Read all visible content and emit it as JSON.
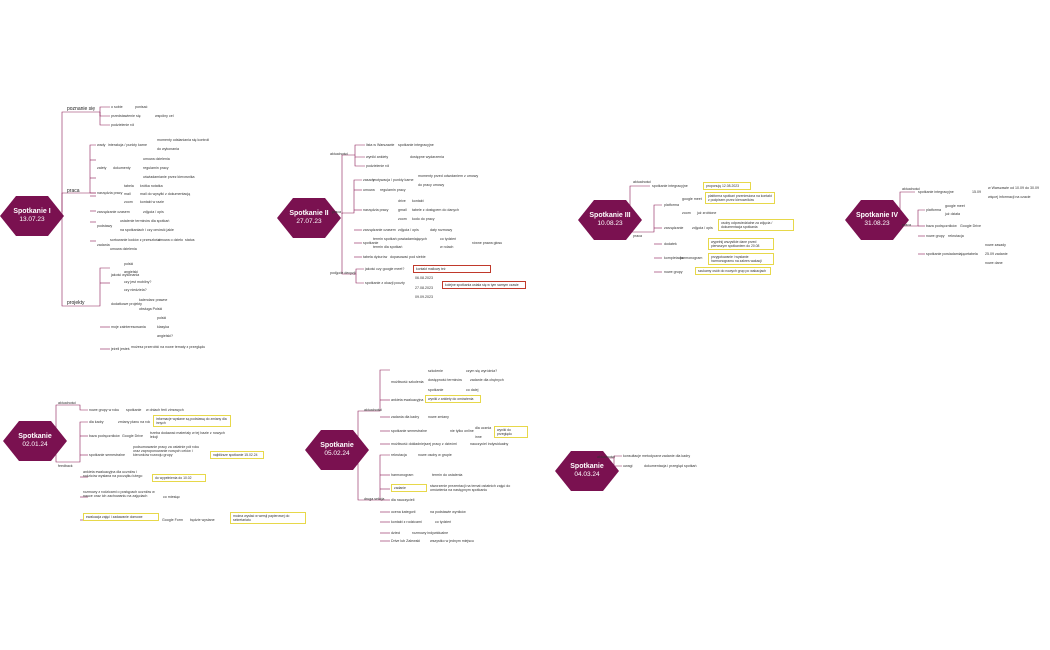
{
  "meetings": {
    "m1": {
      "title": "Spotkanie I",
      "date": "13.07.23"
    },
    "m2": {
      "title": "Spotkanie II",
      "date": "27.07.23"
    },
    "m3": {
      "title": "Spotkanie III",
      "date": "10.08.23"
    },
    "m4": {
      "title": "Spotkanie IV",
      "date": "31.08.23"
    },
    "m5": {
      "title": "Spotkanie",
      "date": "02.01.24"
    },
    "m6": {
      "title": "Spotkanie",
      "date": "05.02.24"
    },
    "m7": {
      "title": "Spotkanie",
      "date": "04.03.24"
    }
  },
  "m1": {
    "b1": "poznanie się",
    "b2": "praca",
    "b3": "projekty",
    "n1": "o sobie",
    "n1a": "ponisać",
    "n2": "przedstawienie się",
    "n2a": "wspólny cel",
    "n3": "podzielenie ról",
    "n4": "wady",
    "n4a": "interakcja / punkty karne",
    "n4b": "momenty odsłaniania się kontroli",
    "n4c": "do wykonania",
    "n5": "zalety",
    "n5a": "dokumenty",
    "n5b": "umowa dzielenia",
    "n5c": "regulamin pracy",
    "n5d": "uświadamianie przez kierownika",
    "n6": "narzędzia pracy",
    "n6a": "tabela",
    "n6b": "mail",
    "n6c": "zoom",
    "n6d": "krótka notatka",
    "n6e": "mail do wysyłki z dokumentacją",
    "n6f": "kontakt w razie",
    "n7": "zarządzanie czasem",
    "n7a": "zdjęcia / opis",
    "n8": "podstawy",
    "n8a": "ustalenie terminów dla spotkań",
    "n8b": "na spotkaniach i czy omówić jakie",
    "n9": "zadania",
    "n9a": "sortowanie kodów z przeszłości",
    "n9b": "umowa o dzieło",
    "n9c": "status",
    "n9d": "umowa dzielenia",
    "p1": "jakość wykonania",
    "p1a": "polski",
    "p1b": "angielski",
    "p1c": "czy jest mobilny?",
    "p1d": "czy niedziela?",
    "p2": "dodatkowe projekty",
    "p2a": "kalendarz prawne",
    "p2b": "obsługa Polski",
    "p3": "moje zainteresowania",
    "p3a": "polski",
    "p3b": "klasyka",
    "p3c": "angielski?",
    "p4": "jeżeli jesteś",
    "p4a": "możesz przerobić na nowe tematy z przeglądu"
  },
  "m2": {
    "b1": "aktualności",
    "b2": "praca",
    "b3": "podjęcie decyzji",
    "n1": "lista w Warszawie",
    "n1a": "spotkanie integracyjne",
    "n2": "wyniki ankiety",
    "n2a": "dostępne wydarzenia",
    "n3": "podzielenie ról",
    "n4": "zasady",
    "n4a": "motywacja / punkty karne",
    "n4b": "momenty przed odwołaniem z umowy",
    "n4c": "do pracy umowy",
    "n5": "umowa",
    "n5a": "regulamin pracy",
    "n6": "narzędzia pracy",
    "n6a": "drive",
    "n6b": "gmail",
    "n6c": "zoom",
    "n6d": "kontakt",
    "n6e": "tabele z dostępem do danych",
    "n6f": "kodo do pracy",
    "n7": "zarządzanie czasem",
    "n7a": "zdjęcia / opis",
    "n7b": "daty rozmowy",
    "n8": "spotkanie",
    "n8a": "termin spotkań powiadamiających",
    "n8b": "termin dla spotkań",
    "n8c": "co tydzień",
    "n8d": "w rolach",
    "n8e": "równe prawa głosu",
    "n9": "tabela dyżurów",
    "n9a": "dopasować pod siebie",
    "d1": "jakość czy google meet?",
    "d1a": "kontakt mailowy też",
    "d2": "spotkanie z okazji poczty",
    "d2a": "06.08.2023",
    "d2b": "27.08.2023",
    "d2c": "09.09.2023",
    "d2d": "kolejne spotkania ustala się w tym samym czasie"
  },
  "m3": {
    "b1": "aktualności",
    "b2": "praca",
    "n1": "spotkanie integracyjne",
    "n1a": "proponuję 12.08.2023",
    "n2": "platforma",
    "n2a": "google meet",
    "n2b": "platforma spotkań przeniesiona na kontakt z podpisem przez kierowników",
    "n2c": "zoom",
    "n2d": "już zrobione",
    "n3": "zarządzanie",
    "n3a": "zdjęcia / opis",
    "n3b": "osoby odpowiedzialne za zdjęcia / dokumentacja spotkania",
    "n4": "dodatek",
    "n5": "kompletacja",
    "n5a": "wypełnij wszystkie dane przed pierwszym spotkaniem do 20.08",
    "n6": "harmonogram",
    "n6a": "przygotowanie i wysłanie harmonogramu na zakres wakacji",
    "n7": "nowe grupy",
    "n7a": "szukamy osób do nowych grup po wakacjach"
  },
  "m4": {
    "b1": "aktualności",
    "b2": "praca",
    "n1": "spotkanie integracyjne",
    "n1a": "15.09",
    "n1b": "w Warszawie od 10.09 do 30.09",
    "n1c": "więcej informacji na czacie",
    "n2": "platforma",
    "n2a": "google meet",
    "n2b": "już działa",
    "n3": "baza podręczników",
    "n3a": "Google Drive",
    "n4": "nowe grupy",
    "n4a": "rekrutacja",
    "n5": "spotkanie powiadamiające",
    "n5a": "tabela",
    "n5b": "nowe zasady",
    "n5c": "25.09 zadanie",
    "n5d": "nowe dane"
  },
  "m5": {
    "b1": "aktualności",
    "b2": "feedback",
    "n1": "nowe grupy w roku",
    "n1a": "spotkanie",
    "n1b": "w dniach ferii zimowych",
    "n2": "dla kadry",
    "n2a": "zmiany planu na rok",
    "n2b": "informacje wysłane są podstawą do zmiany dla innych",
    "n3": "baza podręczników",
    "n3a": "Google Drive",
    "n3b": "trzeba dodawać materiały w tej bazie z nowych lekcji",
    "n4": "spotkanie semestralne",
    "n4a": "podsumowanie pracy za ostatnie pół roku oraz zaproponowanie nowych celów i kierunków rozwoju grupy",
    "n4b": "najbliższe spotkanie 15.02.24",
    "n5": "ankieta ewaluacyjna dla uczniów i rodziców wysłana na początku lutego",
    "n5a": "do wypełnienia do 10.02",
    "n6": "rozmowy z rodzicami o postępach uczniów w nauce oraz ich zachowaniu na zajęciach",
    "n6a": "co miesiąc",
    "n7": "ewaluacja zajęć i zadawanie domowe",
    "n7a": "Google Form",
    "n7b": "będzie wysłane",
    "n7c": "można wysłać w wersji papierowej do sekretariatu"
  },
  "m6": {
    "b1": "aktualności",
    "b2": "druga sekcja",
    "n1": "możliwość szkolenia",
    "n1a": "szkolenie",
    "n1b": "czym się wyróżnia?",
    "n1c": "dostępność terminów",
    "n1d": "zadanie dla chętnych",
    "n1e": "spotkanie",
    "n1f": "co dalej",
    "n2": "ankieta ewaluacyjna",
    "n2a": "wyniki z ankiety do omówienia",
    "n3": "zadania dla kadry",
    "n3a": "nowe zmiany",
    "n3b": "dla ucznia",
    "n3c": "inne",
    "n4": "spotkanie semestralne",
    "n4a": "nie tylko online",
    "n5": "możliwość dokładniejszej pracy z dziećmi",
    "n5a": "nauczyciel indywidualny",
    "n6": "rekrutacja",
    "n6a": "nowe osoby w grupie",
    "n7": "harmonogram",
    "n7a": "termin do ustalenia",
    "n8": "zadanie",
    "n8a": "stworzenie prezentacji na temat ostatnich zajęć do omówienia na następnym spotkaniu",
    "n9": "dla nauczycieli",
    "n9a": "wyniki do przeglądu",
    "n10": "ocena kategorii",
    "n10a": "na podstawie wyników",
    "n11": "kontakt z rodzicami",
    "n11a": "co tydzień",
    "n12": "dzieci",
    "n12a": "rozmowy indywidualne",
    "n13": "Drive lub Zalewski",
    "n13a": "wszystko w jednym miejscu"
  },
  "m7": {
    "b1": "aktualności",
    "n1": "konsultacje metodyczne",
    "n1a": "zadanie dla kadry",
    "n2": "uwagi",
    "n2a": "dokumentacja i przegląd spotkań"
  }
}
